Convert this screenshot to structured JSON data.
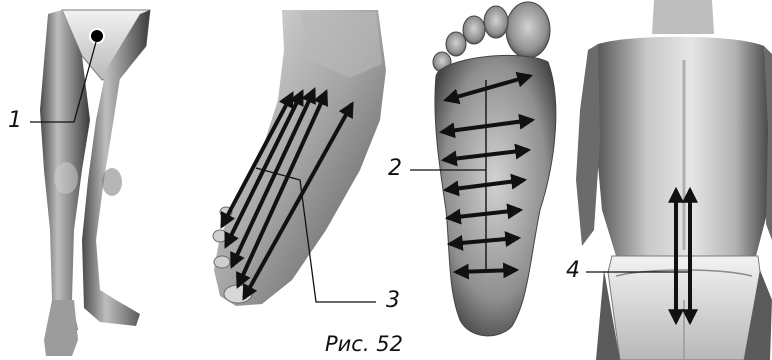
{
  "figure": {
    "caption": "Рис. 52",
    "callouts": [
      {
        "label": "1"
      },
      {
        "label": "2"
      },
      {
        "label": "3"
      },
      {
        "label": "4"
      }
    ]
  },
  "colors": {
    "skin_light": "#dcdcdc",
    "skin_mid": "#9a9a9a",
    "skin_dark": "#3c3c3c",
    "arrow": "#111111"
  }
}
